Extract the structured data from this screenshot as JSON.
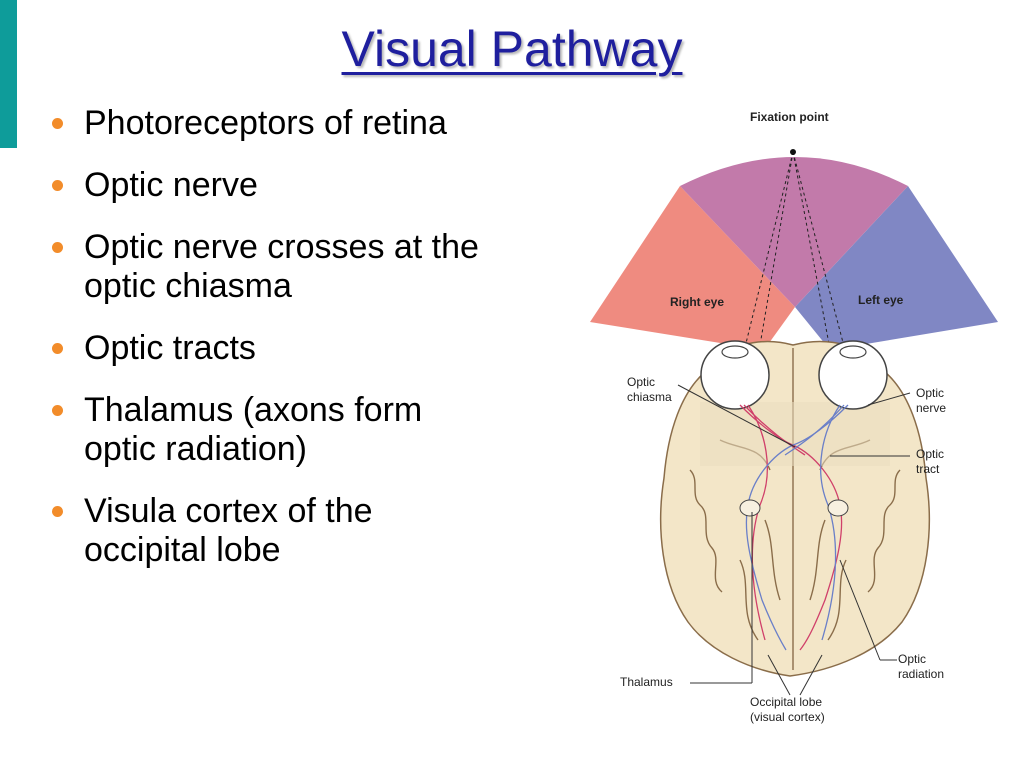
{
  "title": "Visual Pathway",
  "bullets": [
    {
      "lines": [
        "Photoreceptors of retina"
      ]
    },
    {
      "lines": [
        "Optic nerve"
      ]
    },
    {
      "lines": [
        "Optic nerve crosses at the",
        "optic chiasma"
      ]
    },
    {
      "lines": [
        "Optic tracts"
      ]
    },
    {
      "lines": [
        "Thalamus (axons form",
        "optic radiation)"
      ]
    },
    {
      "lines": [
        "Visula cortex of the",
        "occipital lobe"
      ]
    }
  ],
  "diagram": {
    "fixation_point": "Fixation point",
    "right_eye": "Right eye",
    "left_eye": "Left eye",
    "optic_chiasma": [
      "Optic",
      "chiasma"
    ],
    "optic_nerve": [
      "Optic",
      "nerve"
    ],
    "optic_tract": [
      "Optic",
      "tract"
    ],
    "optic_radiation": [
      "Optic",
      "radiation"
    ],
    "thalamus": "Thalamus",
    "occipital_lobe": [
      "Occipital lobe",
      "(visual cortex)"
    ]
  },
  "colors": {
    "title": "#1f1f9e",
    "bullet": "#f28c2a",
    "accent_bar": "#0e9c9a",
    "right_field": "#ef8b80",
    "overlap_field": "#c27aaa",
    "left_field": "#8087c4",
    "brain": "#f3e6c8"
  }
}
